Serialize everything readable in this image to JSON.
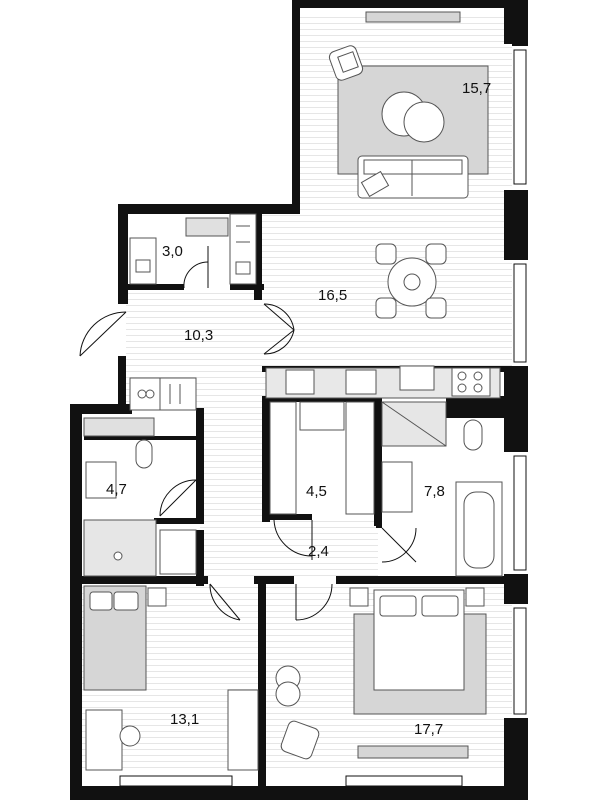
{
  "floor_plan": {
    "room_areas": [
      {
        "id": "living-room",
        "label": "15,7"
      },
      {
        "id": "kitchen-living",
        "label": "16,5"
      },
      {
        "id": "storage",
        "label": "3,0"
      },
      {
        "id": "hallway",
        "label": "10,3"
      },
      {
        "id": "bathroom-left",
        "label": "4,7"
      },
      {
        "id": "dressing-room",
        "label": "4,5"
      },
      {
        "id": "bathroom-right",
        "label": "7,8"
      },
      {
        "id": "corridor",
        "label": "2,4"
      },
      {
        "id": "bedroom-left",
        "label": "13,1"
      },
      {
        "id": "bedroom-right",
        "label": "17,7"
      }
    ],
    "colors": {
      "wall": "#111111",
      "floor_line": "#e2e2e2",
      "furniture_fill": "#d6d6d6",
      "furniture_stroke": "#555555",
      "floor": "#ffffff"
    }
  }
}
